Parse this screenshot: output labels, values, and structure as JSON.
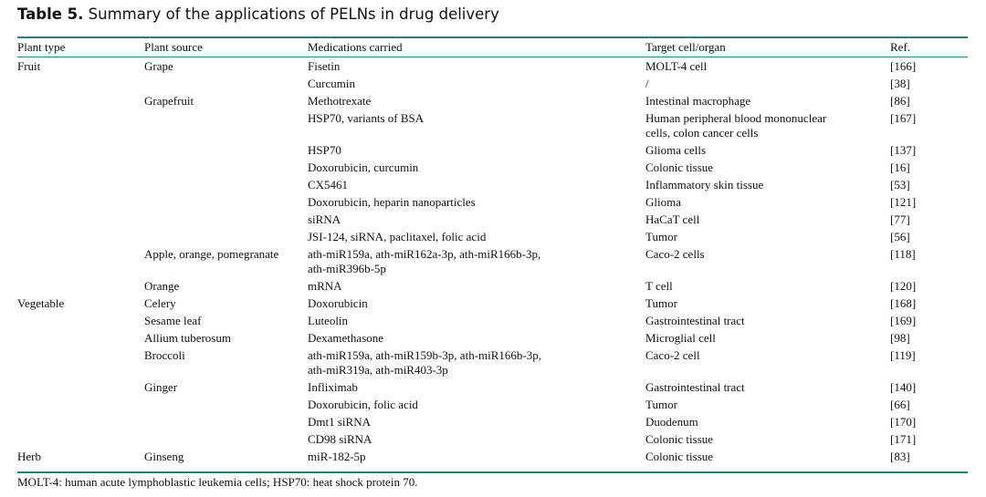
{
  "caption": {
    "label": "Table 5.",
    "text": " Summary of the applications of PELNs in drug delivery"
  },
  "headers": [
    "Plant type",
    "Plant source",
    "Medications carried",
    "Target cell/organ",
    "Ref."
  ],
  "rows": [
    [
      "Fruit",
      "Grape",
      "Fisetin",
      "MOLT-4 cell",
      "[166]"
    ],
    [
      "",
      "",
      "Curcumin",
      "/",
      "[38]"
    ],
    [
      "",
      "Grapefruit",
      "Methotrexate",
      "Intestinal macrophage",
      "[86]"
    ],
    [
      "",
      "",
      "HSP70, variants of BSA",
      "Human peripheral blood mononuclear\ncells, colon cancer cells",
      "[167]"
    ],
    [
      "",
      "",
      "HSP70",
      "Glioma cells",
      "[137]"
    ],
    [
      "",
      "",
      "Doxorubicin, curcumin",
      "Colonic tissue",
      "[16]"
    ],
    [
      "",
      "",
      "CX5461",
      "Inflammatory skin tissue",
      "[53]"
    ],
    [
      "",
      "",
      "Doxorubicin, heparin nanoparticles",
      "Glioma",
      "[121]"
    ],
    [
      "",
      "",
      "siRNA",
      "HaCaT cell",
      "[77]"
    ],
    [
      "",
      "",
      "JSI-124, siRNA, paclitaxel, folic acid",
      "Tumor",
      "[56]"
    ],
    [
      "",
      "Apple, orange, pomegranate",
      "ath-miR159a, ath-miR162a-3p, ath-miR166b-3p,\nath-miR396b-5p",
      "Caco-2 cells",
      "[118]"
    ],
    [
      "",
      "Orange",
      "mRNA",
      "T cell",
      "[120]"
    ],
    [
      "Vegetable",
      "Celery",
      "Doxorubicin",
      "Tumor",
      "[168]"
    ],
    [
      "",
      "Sesame leaf",
      "Luteolin",
      "Gastrointestinal tract",
      "[169]"
    ],
    [
      "",
      "Allium tuberosum",
      "Dexamethasone",
      "Microglial cell",
      "[98]"
    ],
    [
      "",
      "Broccoli",
      "ath-miR159a, ath-miR159b-3p, ath-miR166b-3p,\nath-miR319a, ath-miR403-3p",
      "Caco-2 cell",
      "[119]"
    ],
    [
      "",
      "Ginger",
      "Infliximab",
      "Gastrointestinal tract",
      "[140]"
    ],
    [
      "",
      "",
      "Doxorubicin, folic acid",
      "Tumor",
      "[66]"
    ],
    [
      "",
      "",
      "Dmt1 siRNA",
      "Duodenum",
      "[170]"
    ],
    [
      "",
      "",
      "CD98 siRNA",
      "Colonic tissue",
      "[171]"
    ],
    [
      "Herb",
      "Ginseng",
      "miR-182-5p",
      "Colonic tissue",
      "[83]"
    ]
  ],
  "footnote": "MOLT-4: human acute lymphoblastic leukemia cells; HSP70: heat shock protein 70.",
  "colors": {
    "rule": "#2e7d6f",
    "text": "#111111"
  }
}
